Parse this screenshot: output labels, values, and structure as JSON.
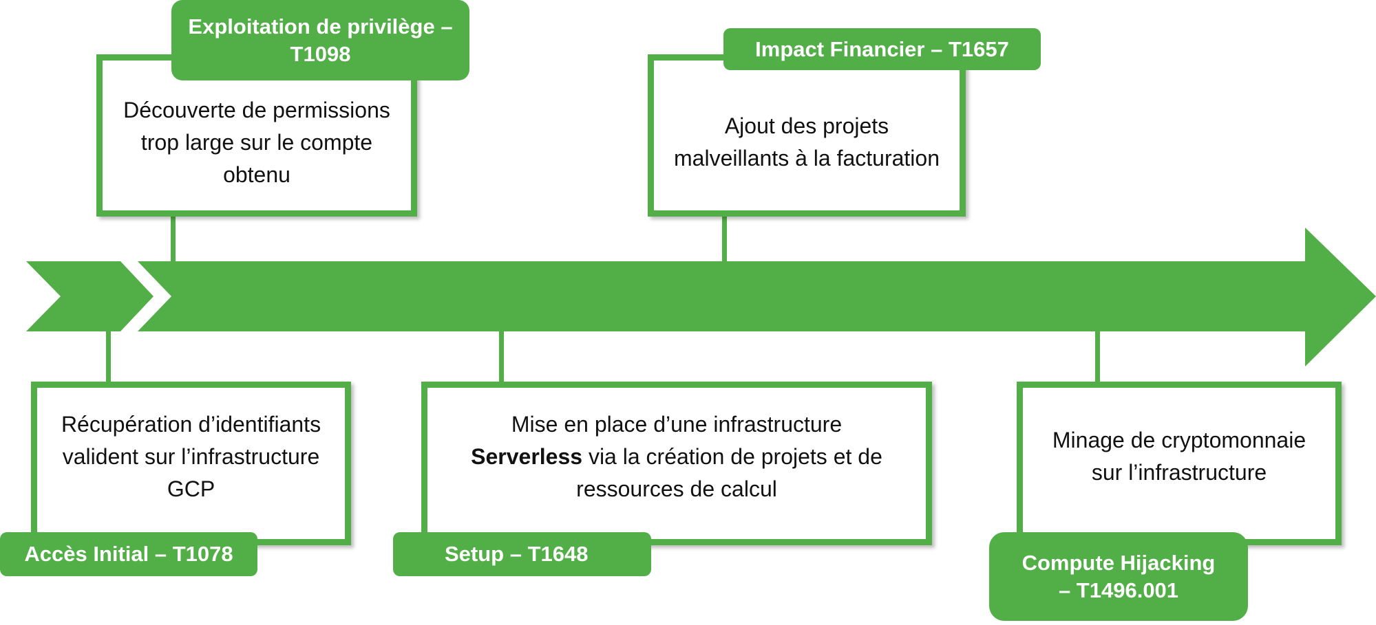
{
  "colors": {
    "accent": "#52ae47"
  },
  "steps": [
    {
      "tactic": "Accès Initial – T1078",
      "description": "Récupération d’identifiants valident sur l’infrastructure GCP"
    },
    {
      "tactic": "Exploitation de privilège – T1098",
      "description": "Découverte de permissions trop large sur le compte obtenu"
    },
    {
      "tactic": "Setup – T1648",
      "description_before": "Mise en place d’une infrastructure",
      "description_bold": "Serverless",
      "description_after": "via la création de projets et de ressources de calcul"
    },
    {
      "tactic": "Impact Financier – T1657",
      "description": "Ajout des projets malveillants à la facturation"
    },
    {
      "tactic": "Compute Hijacking – T1496.001",
      "description": "Minage de cryptomonnaie sur l’infrastructure"
    }
  ]
}
